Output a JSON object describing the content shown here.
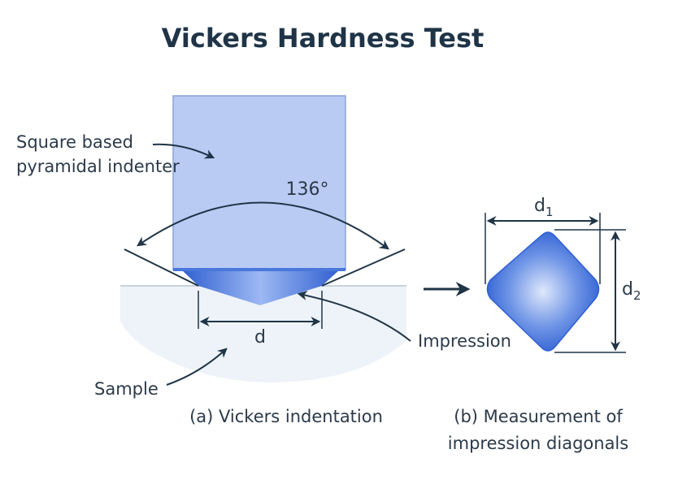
{
  "title": "Vickers Hardness Test",
  "labels": {
    "indenter_line1": "Square based",
    "indenter_line2": "pyramidal indenter",
    "angle": "136°",
    "diagonal_d": "d",
    "impression": "Impression",
    "sample": "Sample",
    "d1_base": "d",
    "d1_sub": "1",
    "d2_base": "d",
    "d2_sub": "2",
    "caption_a": "(a) Vickers indentation",
    "caption_b_line1": "(b) Measurement of",
    "caption_b_line2": "impression diagonals"
  },
  "colors": {
    "title": "#1f3447",
    "text": "#2b3a4a",
    "indenter_fill": "#b9cbf3",
    "indenter_stroke": "#8aa3d6",
    "impression_blue": "#3f6fd6",
    "sample_fill": "#eef3f9"
  }
}
